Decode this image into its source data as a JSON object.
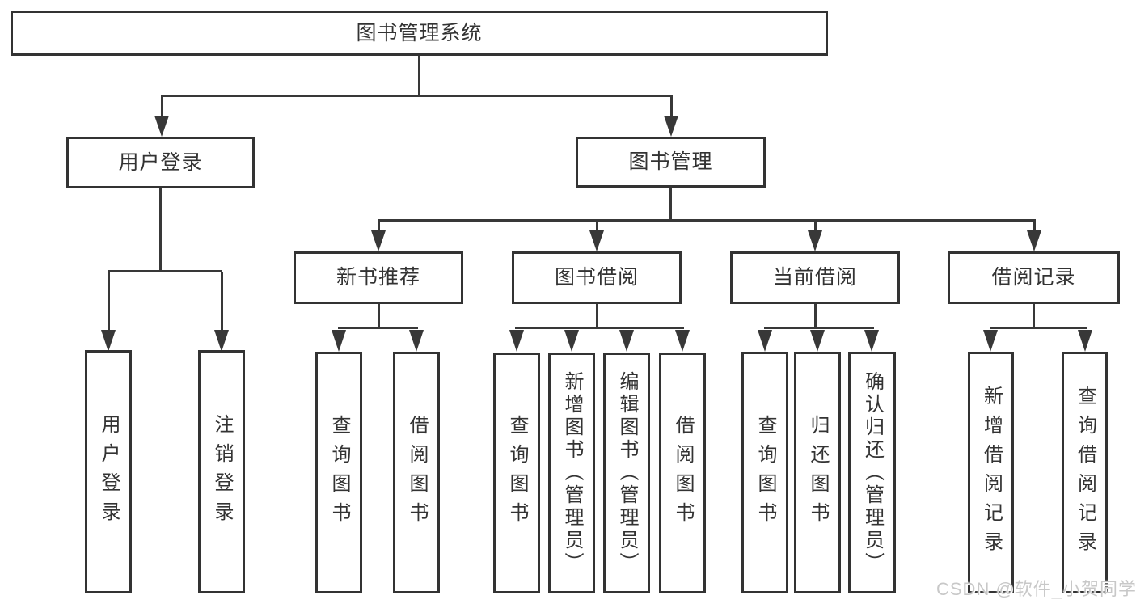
{
  "root": {
    "label": "图书管理系统"
  },
  "branches": [
    {
      "label": "用户登录",
      "leaves": [
        "用户登录",
        "注销登录"
      ]
    },
    {
      "label": "图书管理",
      "children": [
        {
          "label": "新书推荐",
          "leaves": [
            "查询图书",
            "借阅图书"
          ]
        },
        {
          "label": "图书借阅",
          "leaves": [
            "查询图书",
            "新增图书（管理员）",
            "编辑图书（管理员）",
            "借阅图书"
          ]
        },
        {
          "label": "当前借阅",
          "leaves": [
            "查询图书",
            "归还图书",
            "确认归还（管理员）"
          ]
        },
        {
          "label": "借阅记录",
          "leaves": [
            "新增借阅记录",
            "查询借阅记录"
          ]
        }
      ]
    }
  ],
  "watermark": "CSDN @软件_小贺同学",
  "colors": {
    "line": "#383838",
    "box_border": "#333333",
    "text": "#333333",
    "watermark": "#c8c8c8",
    "background": "#ffffff"
  }
}
